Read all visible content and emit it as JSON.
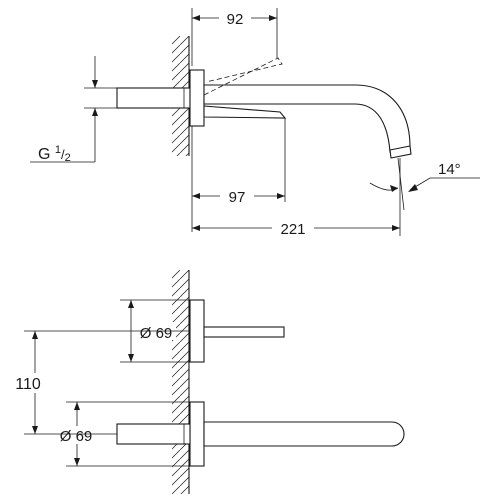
{
  "side_view": {
    "dim_spout_offset": "92",
    "dim_thread_prefix": "G ",
    "dim_thread_num": "1",
    "dim_thread_den": "2",
    "dim_body_depth": "97",
    "dim_spout_projection": "221",
    "dim_angle": "14°"
  },
  "front_view": {
    "dim_upper_dia": "Ø 69",
    "dim_lower_dia": "Ø 69",
    "dim_spacing": "110"
  }
}
